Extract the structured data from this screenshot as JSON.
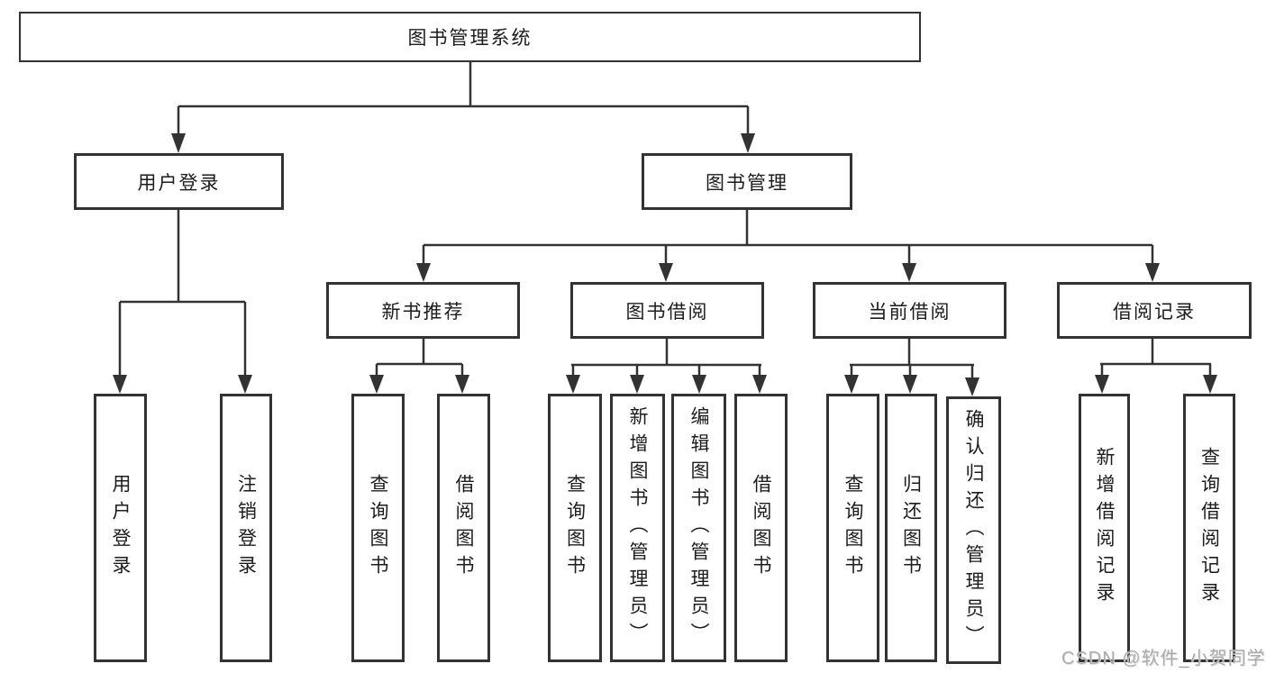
{
  "diagram": {
    "root": {
      "label": "图书管理系统"
    },
    "branches": [
      {
        "label": "用户登录",
        "children": [
          {
            "label": "用户登录"
          },
          {
            "label": "注销登录"
          }
        ]
      },
      {
        "label": "图书管理",
        "children": [
          {
            "label": "新书推荐",
            "children": [
              {
                "label": "查询图书"
              },
              {
                "label": "借阅图书"
              }
            ]
          },
          {
            "label": "图书借阅",
            "children": [
              {
                "label": "查询图书"
              },
              {
                "label": "新增图书（管理员）"
              },
              {
                "label": "编辑图书（管理员）"
              },
              {
                "label": "借阅图书"
              }
            ]
          },
          {
            "label": "当前借阅",
            "children": [
              {
                "label": "查询图书"
              },
              {
                "label": "归还图书"
              },
              {
                "label": "确认归还（管理员）"
              }
            ]
          },
          {
            "label": "借阅记录",
            "children": [
              {
                "label": "新增借阅记录"
              },
              {
                "label": "查询借阅记录"
              }
            ]
          }
        ]
      }
    ]
  },
  "watermark": {
    "text": "CSDN @软件_小贺同学"
  },
  "colors": {
    "line": "#333333",
    "box_border": "#333333",
    "text": "#1c1c1c",
    "background": "#ffffff",
    "watermark": "#ababab"
  }
}
